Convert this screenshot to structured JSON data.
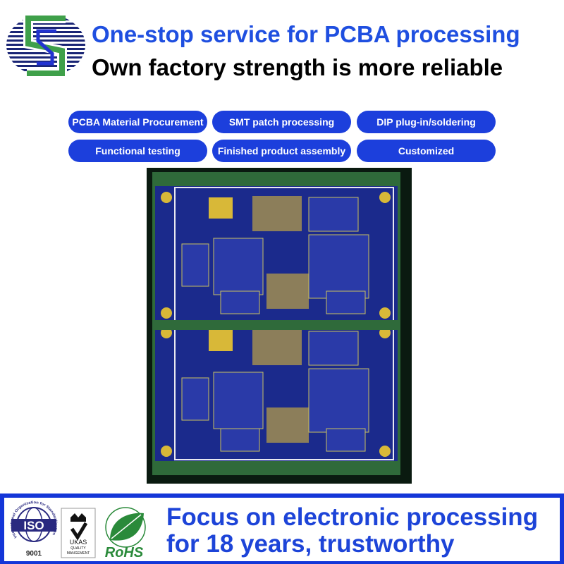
{
  "header": {
    "title": "One-stop service for PCBA processing",
    "subtitle": "Own factory strength is more reliable",
    "logo_letter": "S"
  },
  "services": [
    "PCBA Material Procurement",
    "SMT patch processing",
    "DIP plug-in/soldering",
    "Functional testing",
    "Finished product assembly",
    "Customized"
  ],
  "footer": {
    "line1": "Focus on electronic processing",
    "line2": "for 18 years, trustworthy",
    "certs": {
      "iso": "ISO",
      "iso_number": "9001",
      "iso_ring": "International Organization for Standardization",
      "ukas": "UKAS",
      "ukas_sub1": "QUALITY",
      "ukas_sub2": "MANGEMENT",
      "rohs": "RoHS"
    }
  },
  "colors": {
    "brand_blue": "#1c3fdc",
    "board_blue": "#1b2a8c",
    "board_green": "#2f6a3a",
    "pad_gold": "#d8b838"
  }
}
